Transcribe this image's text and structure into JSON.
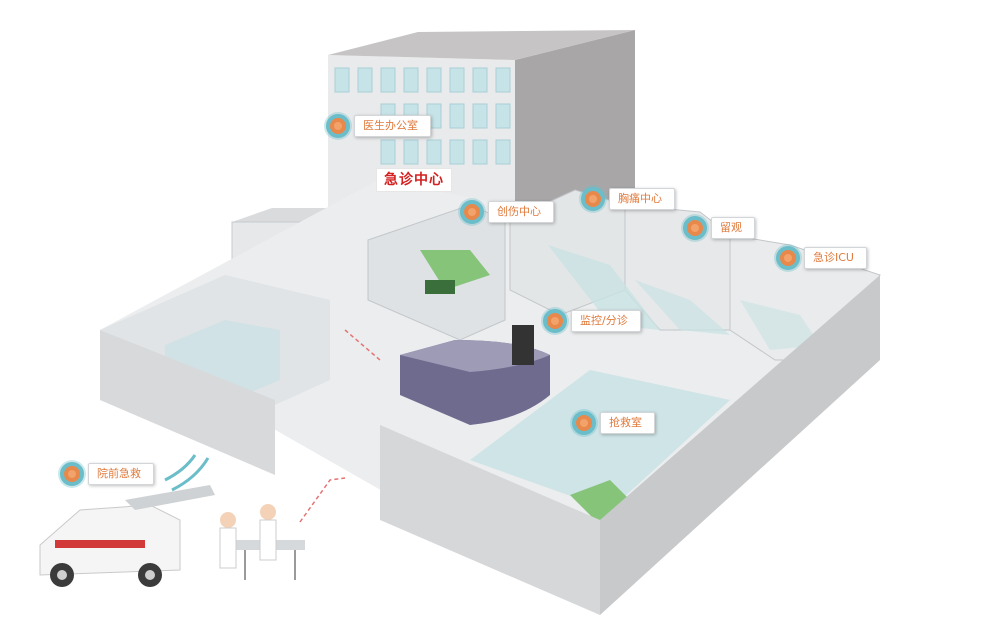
{
  "building_sign": "急诊中心",
  "hotspots": [
    {
      "id": "doctor-office",
      "label": "医生办公室"
    },
    {
      "id": "trauma-center",
      "label": "创伤中心"
    },
    {
      "id": "chest-pain-center",
      "label": "胸痛中心"
    },
    {
      "id": "observation",
      "label": "留观"
    },
    {
      "id": "emergency-icu",
      "label": "急诊ICU"
    },
    {
      "id": "triage",
      "label": "监控/分诊"
    },
    {
      "id": "resuscitation",
      "label": "抢救室"
    },
    {
      "id": "pre-hospital",
      "label": "院前急救"
    }
  ],
  "colors": {
    "hotspot_dot": "#e8884a",
    "hotspot_ring": "#6bbdc9",
    "label_text": "#e07a3c",
    "sign_text": "#d32020",
    "wall": "#d2d4d6",
    "glass": "#c9e2e4"
  }
}
